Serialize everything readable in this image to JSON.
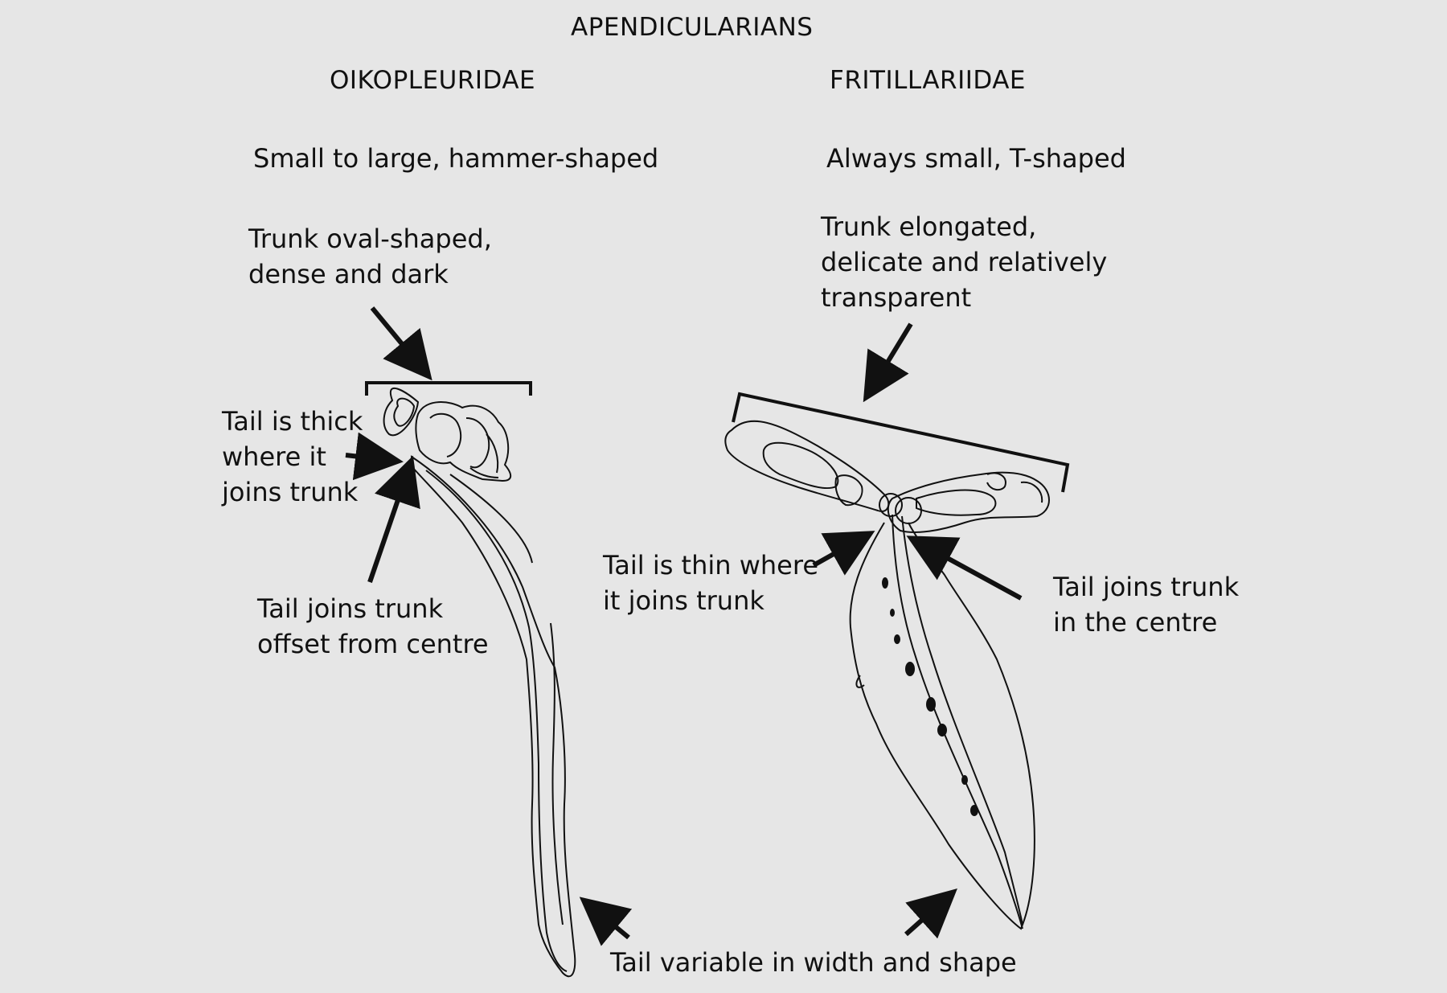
{
  "title": "APENDICULARIANS",
  "families": {
    "oikopleuridae": {
      "name": "OIKOPLEURIDAE",
      "size_shape": "Small to large, hammer-shaped",
      "trunk": "Trunk oval-shaped,\ndense and dark",
      "tail_thickness": "Tail is thick\nwhere it\njoins trunk",
      "tail_join": "Tail joins trunk\noffset from centre"
    },
    "fritillariidae": {
      "name": "FRITILLARIIDAE",
      "size_shape": "Always small, T-shaped",
      "trunk": "Trunk elongated,\ndelicate and relatively\ntransparent",
      "tail_thickness": "Tail is thin where\nit joins trunk",
      "tail_join": "Tail joins trunk\nin the centre"
    }
  },
  "shared_note": "Tail variable in width and shape",
  "colors": {
    "background": "#e6e6e6",
    "ink": "#111111"
  }
}
